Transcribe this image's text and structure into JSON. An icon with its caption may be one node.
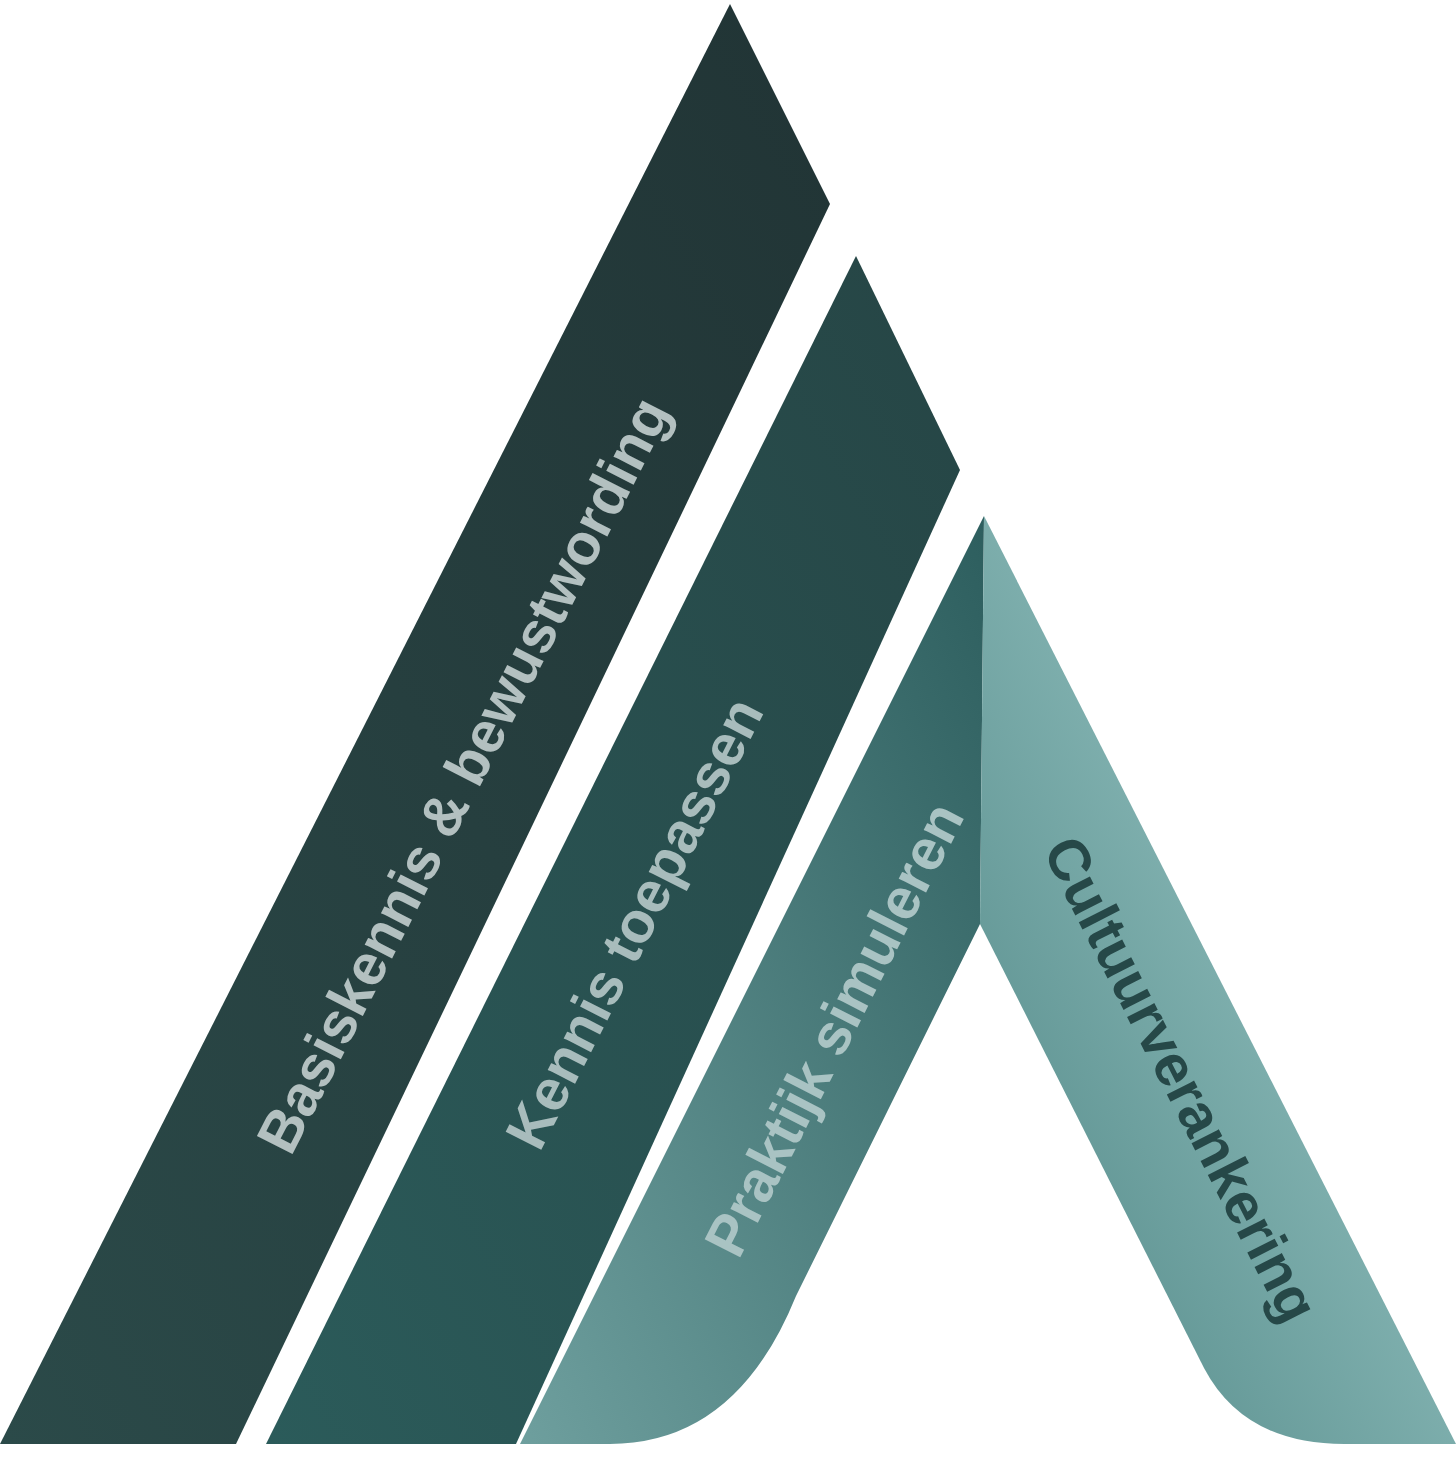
{
  "diagram": {
    "nodes": [
      {
        "text": [
          "Basiskennis & bewustwording"
        ]
      },
      {
        "text": [
          "Kennis toepassen"
        ]
      },
      {
        "text": [
          "Praktijk simuleren"
        ]
      },
      {
        "text": [
          "Cultuurverankering"
        ]
      }
    ]
  }
}
